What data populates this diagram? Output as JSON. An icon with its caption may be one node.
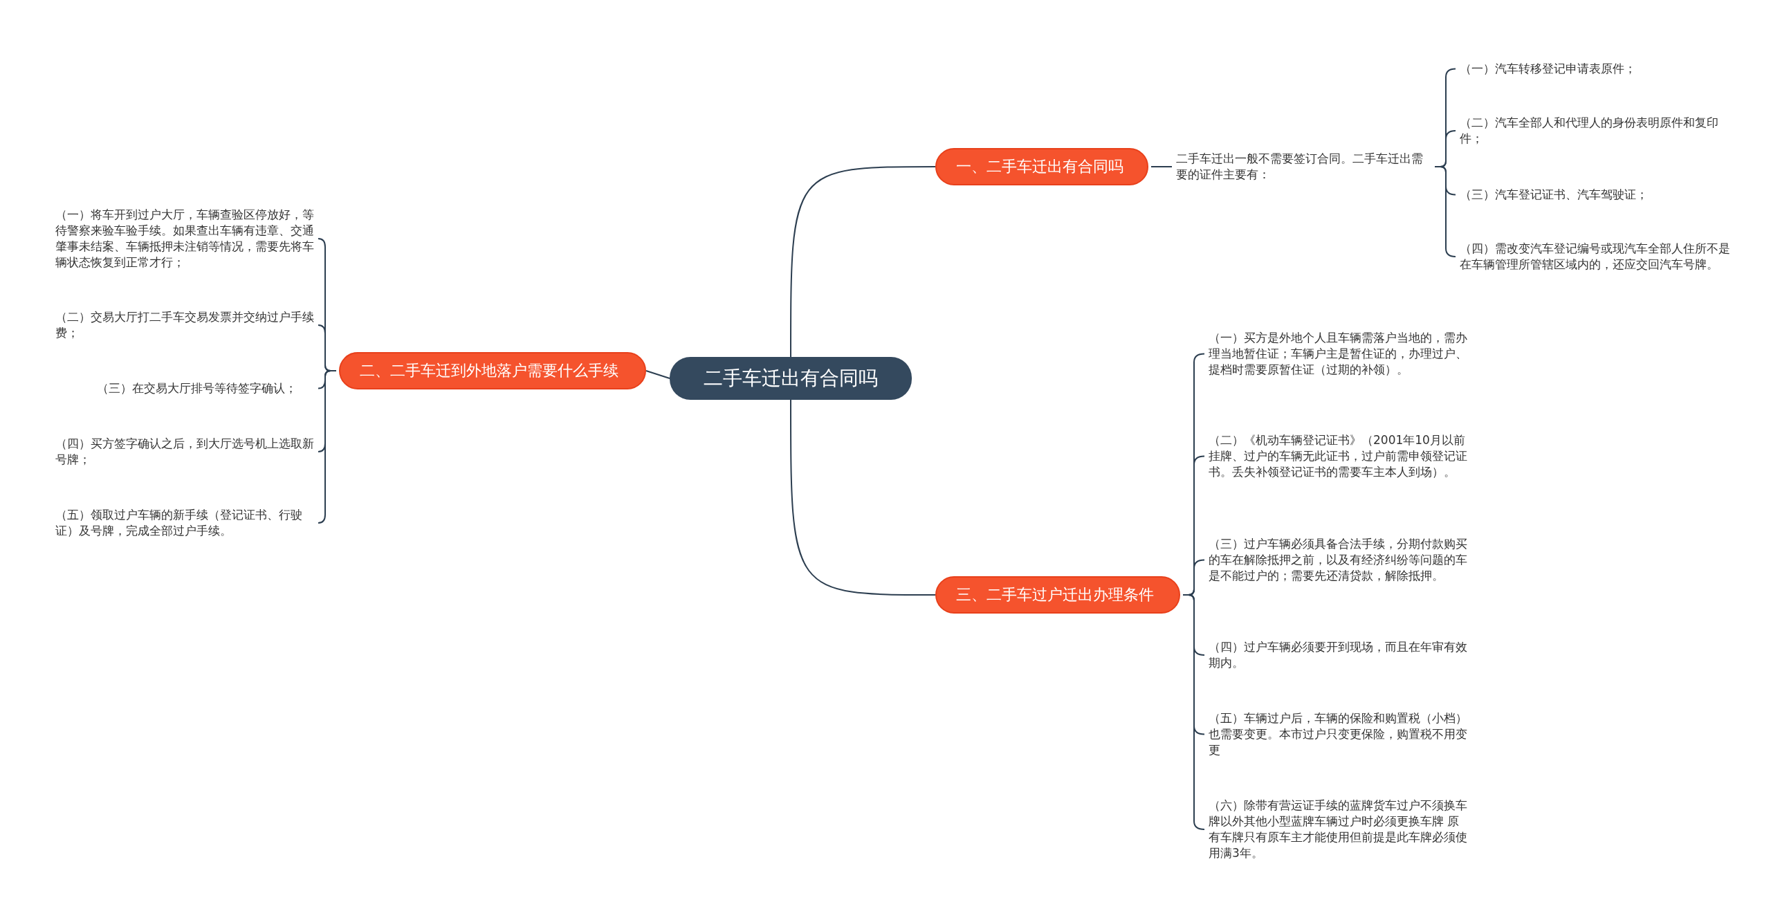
{
  "diagram": {
    "nodes": [
      {
        "text": [
          "二手车迁出有合同吗"
        ]
      },
      {
        "text": [
          "一、二手车迁出有合同吗"
        ]
      },
      {
        "text": [
          "二手车迁出一般不需要签订合同。二手车迁出需要的证件主要有："
        ]
      },
      {
        "text": [
          "（一）汽车转移登记申请表原件；"
        ]
      },
      {
        "text": [
          "（二）汽车全部人和代理人的身份表明原件和复印件；"
        ]
      },
      {
        "text": [
          "（三）汽车登记证书、汽车驾驶证；"
        ]
      },
      {
        "text": [
          "（四）需改变汽车登记编号或现汽车全部人住所不是在车辆管理所管辖区域内的，还应交回汽车号牌。"
        ]
      },
      {
        "text": [
          "二、二手车迁到外地落户需要什么手续"
        ]
      },
      {
        "text": [
          "（一）将车开到过户大厅，车辆查验区停放好，等待警察来验车验手续。如果查出车辆有违章、交通肇事未结案、车辆抵押未注销等情况，需要先将车辆状态恢复到正常才行；"
        ]
      },
      {
        "text": [
          "（二）交易大厅打二手车交易发票并交纳过户手续费；"
        ]
      },
      {
        "text": [
          "（三）在交易大厅排号等待签字确认；"
        ]
      },
      {
        "text": [
          "（四）买方签字确认之后，到大厅选号机上选取新号牌；"
        ]
      },
      {
        "text": [
          "（五）领取过户车辆的新手续（登记证书、行驶证）及号牌，完成全部过户手续。"
        ]
      },
      {
        "text": [
          "三、二手车过户迁出办理条件"
        ]
      },
      {
        "text": [
          "（一）买方是外地个人且车辆需落户当地的，需办理当地暂住证；车辆户主是暂住证的，办理过户、提档时需要原暂住证（过期的补领）。"
        ]
      },
      {
        "text": [
          "（二）《机动车辆登记证书》（2001年10月以前挂牌、过户的车辆无此证书，过户前需申领登记证书。丢失补领登记证书的需要车主本人到场）。"
        ]
      },
      {
        "text": [
          "（三）过户车辆必须具备合法手续，分期付款购买的车在解除抵押之前，以及有经济纠纷等问题的车是不能过户的；需要先还清贷款，解除抵押。"
        ]
      },
      {
        "text": [
          "（四）过户车辆必须要开到现场，而且在年审有效期内。"
        ]
      },
      {
        "text": [
          "（五）车辆过户后，车辆的保险和购置税（小档）也需要变更。本市过户只变更保险，购置税不用变更"
        ]
      },
      {
        "text": [
          "（六）除带有营运证手续的蓝牌货车过户不须换车牌以外其他小型蓝牌车辆过户时必须更换车牌 原有车牌只有原车主才能使用但前提是此车牌必须使用满3年。"
        ]
      }
    ],
    "edges": [
      {
        "from": 0,
        "to": 1,
        "arrow": "none"
      },
      {
        "from": 0,
        "to": 7,
        "arrow": "none"
      },
      {
        "from": 0,
        "to": 13,
        "arrow": "none"
      },
      {
        "from": 1,
        "to": 2,
        "arrow": "none"
      },
      {
        "from": 2,
        "to": 3,
        "arrow": "none"
      },
      {
        "from": 2,
        "to": 4,
        "arrow": "none"
      },
      {
        "from": 2,
        "to": 5,
        "arrow": "none"
      },
      {
        "from": 2,
        "to": 6,
        "arrow": "none"
      },
      {
        "from": 7,
        "to": 8,
        "arrow": "none"
      },
      {
        "from": 7,
        "to": 9,
        "arrow": "none"
      },
      {
        "from": 7,
        "to": 10,
        "arrow": "none"
      },
      {
        "from": 7,
        "to": 11,
        "arrow": "none"
      },
      {
        "from": 7,
        "to": 12,
        "arrow": "none"
      },
      {
        "from": 13,
        "to": 14,
        "arrow": "none"
      },
      {
        "from": 13,
        "to": 15,
        "arrow": "none"
      },
      {
        "from": 13,
        "to": 16,
        "arrow": "none"
      },
      {
        "from": 13,
        "to": 17,
        "arrow": "none"
      },
      {
        "from": 13,
        "to": 18,
        "arrow": "none"
      },
      {
        "from": 13,
        "to": 19,
        "arrow": "none"
      }
    ]
  }
}
